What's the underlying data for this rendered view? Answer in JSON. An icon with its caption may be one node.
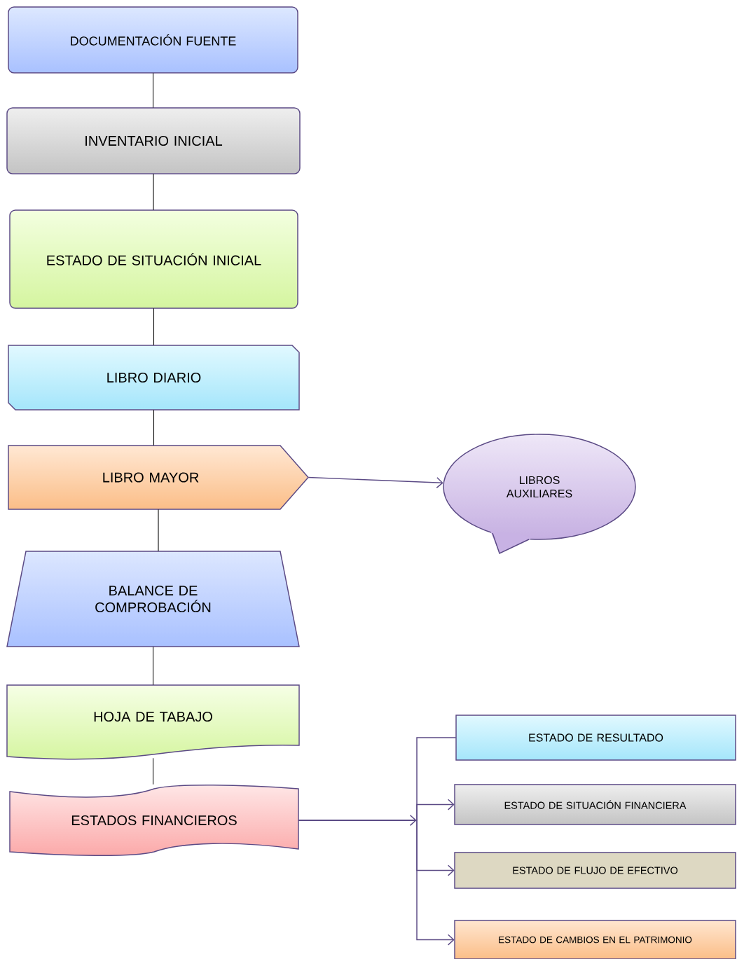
{
  "diagram": {
    "nodes": [
      {
        "text": [
          "DOCUMENTACIÓN FUENTE"
        ]
      },
      {
        "text": [
          "INVENTARIO INICIAL"
        ]
      },
      {
        "text": [
          "ESTADO DE SITUACIÓN INICIAL"
        ]
      },
      {
        "text": [
          "LIBRO DIARIO"
        ]
      },
      {
        "text": [
          "LIBRO MAYOR"
        ]
      },
      {
        "text": [
          "LIBROS AUXILIARES"
        ]
      },
      {
        "text": [
          "BALANCE DE COMPROBACIÓN"
        ]
      },
      {
        "text": [
          "HOJA DE TABAJO"
        ]
      },
      {
        "text": [
          "ESTADOS FINANCIEROS"
        ]
      },
      {
        "text": [
          "ESTADO DE RESULTADO"
        ]
      },
      {
        "text": [
          "ESTADO DE SITUACIÓN FINANCIERA"
        ]
      },
      {
        "text": [
          "ESTADO DE FLUJO DE EFECTIVO"
        ]
      },
      {
        "text": [
          "ESTADO DE CAMBIOS EN EL PATRIMONIO"
        ]
      }
    ],
    "edges": [
      {
        "from": 0,
        "to": 1,
        "arrow": "none"
      },
      {
        "from": 1,
        "to": 2,
        "arrow": "none"
      },
      {
        "from": 2,
        "to": 3,
        "arrow": "none"
      },
      {
        "from": 3,
        "to": 4,
        "arrow": "none"
      },
      {
        "from": 4,
        "to": 5,
        "arrow": "to",
        "color": "#5b4a85"
      },
      {
        "from": 4,
        "to": 6,
        "arrow": "none"
      },
      {
        "from": 6,
        "to": 7,
        "arrow": "none"
      },
      {
        "from": 7,
        "to": 8,
        "arrow": "none"
      },
      {
        "from": 8,
        "to": 9,
        "arrow": "to",
        "color": "#5b4a85"
      },
      {
        "from": 8,
        "to": 10,
        "arrow": "to",
        "color": "#5b4a85"
      },
      {
        "from": 8,
        "to": 11,
        "arrow": "to",
        "color": "#5b4a85"
      },
      {
        "from": 8,
        "to": 12,
        "arrow": "to",
        "color": "#5b4a85"
      }
    ]
  }
}
